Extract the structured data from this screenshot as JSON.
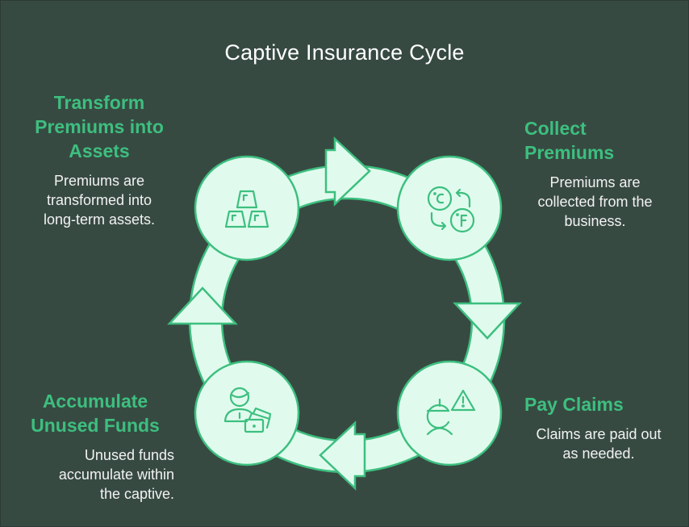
{
  "title": "Captive Insurance Cycle",
  "colors": {
    "background": "#374a42",
    "accent": "#3dbf7f",
    "fill": "#e0fbee",
    "stroke": "#3dbf7f",
    "text": "#f2f2f2"
  },
  "steps": [
    {
      "id": "collect",
      "heading_line1": "Collect",
      "heading_line2": "Premiums",
      "desc_line1": "Premiums are",
      "desc_line2": "collected from the",
      "desc_line3": "business.",
      "icon": "currency-exchange-icon"
    },
    {
      "id": "pay",
      "heading_line1": "Pay Claims",
      "desc_line1": "Claims are paid out",
      "desc_line2": "as needed.",
      "icon": "person-warning-icon"
    },
    {
      "id": "accumulate",
      "heading_line1": "Accumulate",
      "heading_line2": "Unused Funds",
      "desc_line1": "Unused funds",
      "desc_line2": "accumulate within",
      "desc_line3": "the captive.",
      "icon": "person-cash-icon"
    },
    {
      "id": "transform",
      "heading_line1": "Transform",
      "heading_line2": "Premiums into",
      "heading_line3": "Assets",
      "desc_line1": "Premiums are",
      "desc_line2": "transformed into",
      "desc_line3": "long-term assets.",
      "icon": "gold-bars-icon"
    }
  ]
}
